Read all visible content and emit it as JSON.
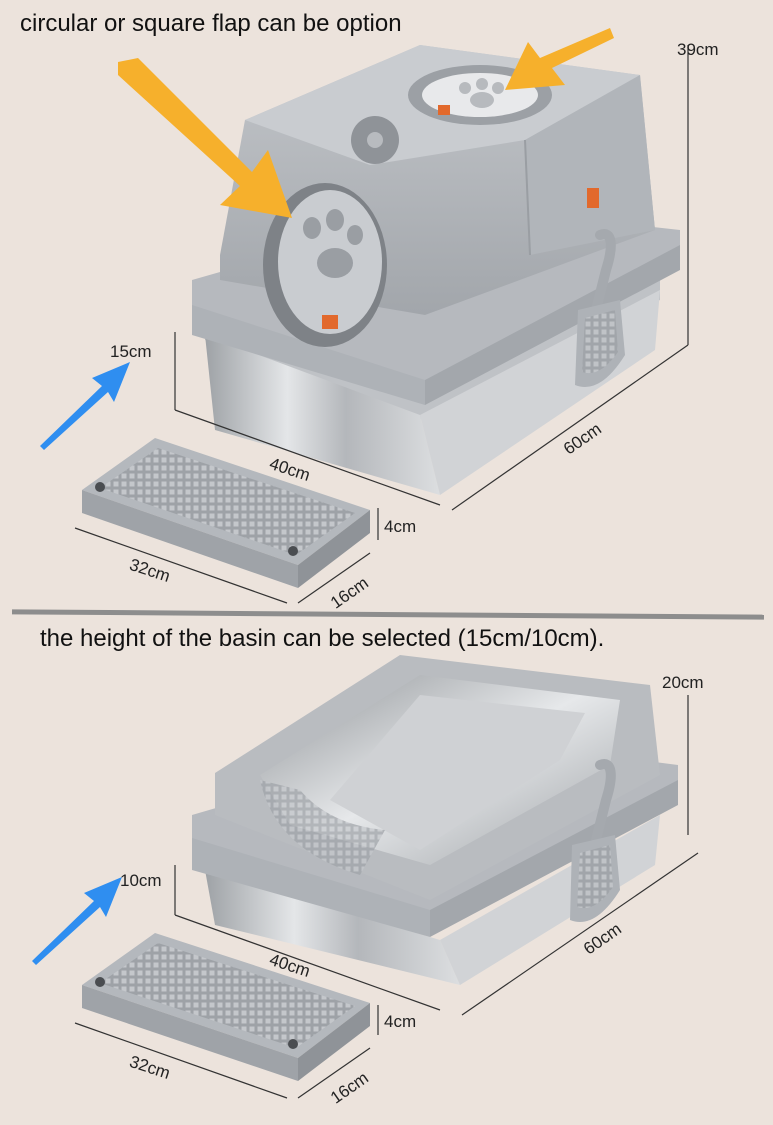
{
  "top": {
    "heading": "circular or square  flap  can be option",
    "dims": {
      "height": "39cm",
      "length": "60cm",
      "width": "40cm",
      "basin_height": "15cm",
      "mat_length": "32cm",
      "mat_width": "16cm",
      "mat_height": "4cm"
    }
  },
  "bottom": {
    "heading": "the height of the basin can be selected (15cm/10cm).",
    "dims": {
      "height": "20cm",
      "length": "60cm",
      "width": "40cm",
      "basin_height": "10cm",
      "mat_length": "32cm",
      "mat_width": "16cm",
      "mat_height": "4cm"
    }
  },
  "colors": {
    "background": "#ece3dc",
    "plastic_gray": "#a9adb3",
    "steel": "#c7c9cc",
    "arrow_orange": "#f6b02c",
    "arrow_blue": "#2f8ef0",
    "latch_orange": "#e2692c"
  }
}
